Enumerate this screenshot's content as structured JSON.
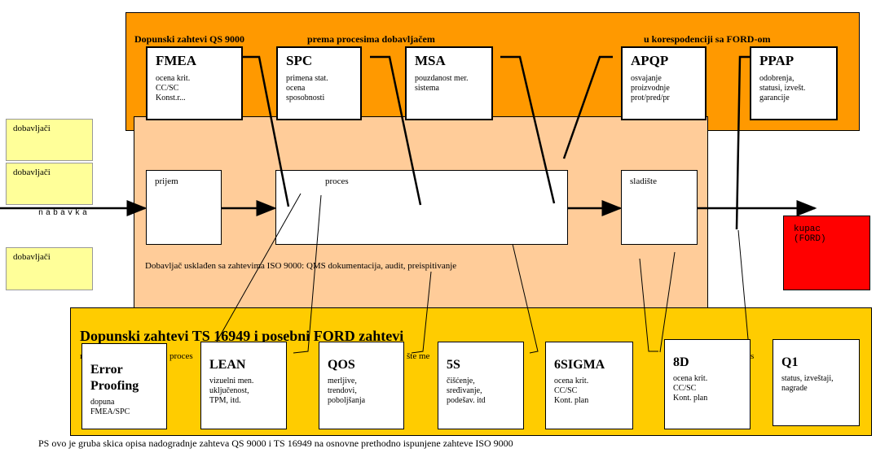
{
  "header": {
    "part1": "Dopunski zahtevi QS 9000",
    "part2": "prema procesima dobavljačem",
    "part3": "u korespodenciji sa FORD-om"
  },
  "top_cards": [
    {
      "title": "FMEA",
      "desc": "ocena krit.\nCC/SC\nKonst.r..."
    },
    {
      "title": "SPC",
      "desc": "primena stat.\nocena\nsposobnosti"
    },
    {
      "title": "MSA",
      "desc": "pouzdanost mer.\nsistema"
    },
    {
      "title": "APQP",
      "desc": "osvajanje\nproizvodnje\nprot/pred/pr"
    },
    {
      "title": "PPAP",
      "desc": "odobrenja,\nstatusi, izvešt.\ngarancije"
    }
  ],
  "suppliers": [
    "dobavljači",
    "dobavljači",
    "dobavljači"
  ],
  "flow": {
    "input_label": "nabavka",
    "prijem": "prijem",
    "proces": "proces",
    "skladiste": "sladište",
    "customer": "kupac\n(FORD)",
    "iso_note": "Dobavljač usklađen sa zahtevima ISO 9000: QMS dokumentacija, audit, preispitivanje"
  },
  "bottom": {
    "title": "Dopunski zahtevi TS 16949 i posebni FORD zahtevi",
    "hidden_fragments": [
      "r",
      "proces",
      "šte me",
      "s"
    ]
  },
  "bottom_cards": [
    {
      "title": "Error\nProofing",
      "desc": "dopuna\nFMEA/SPC"
    },
    {
      "title": "LEAN",
      "desc": "vizuelni men.\nuključenost,\nTPM, itd."
    },
    {
      "title": "QOS",
      "desc": "merljive,\ntrendovi,\npoboljšanja"
    },
    {
      "title": "5S",
      "desc": "čišćenje,\nsređivanje,\npodešav. itd"
    },
    {
      "title": "6SIGMA",
      "desc": "ocena krit.\nCC/SC\nKont. plan"
    },
    {
      "title": "8D",
      "desc": "ocena krit.\nCC/SC\nKont. plan"
    },
    {
      "title": "Q1",
      "desc": "status, izveštaji,\nnagrade"
    }
  ],
  "footer": "PS ovo je gruba skica opisa nadogradnje zahteva QS 9000 i TS 16949 na osnovne prethodno ispunjene zahteve ISO 9000",
  "colors": {
    "top_band": "#ff9900",
    "process_area": "#ffcc99",
    "bottom_band": "#ffcc00",
    "supplier": "#ffff99",
    "customer": "#ff0000"
  }
}
